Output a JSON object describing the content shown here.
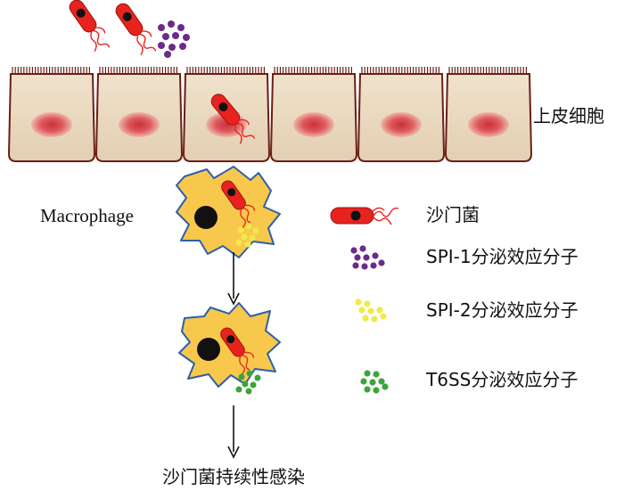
{
  "labels": {
    "epithelial": "上皮细胞",
    "macrophage": "Macrophage",
    "outcome": "沙门菌持续性感染"
  },
  "legend": [
    {
      "icon": "salmonella-bacterium-icon",
      "label": "沙门菌"
    },
    {
      "icon": "spi1-effector-dots-icon",
      "label": "SPI-1分泌效应分子",
      "color": "#6b2a8c"
    },
    {
      "icon": "spi2-effector-dots-icon",
      "label": "SPI-2分泌效应分子",
      "color": "#f2e94a"
    },
    {
      "icon": "t6ss-effector-dots-icon",
      "label": "T6SS分泌效应分子",
      "color": "#3aa53a"
    }
  ],
  "colors": {
    "bacterium": "#e8231f",
    "cell_fill": "#ead8bf",
    "cell_border": "#6b1f16",
    "nucleus": "#d9444a",
    "macrophage_fill": "#f8c84c",
    "macrophage_border": "#2f5fa8"
  }
}
